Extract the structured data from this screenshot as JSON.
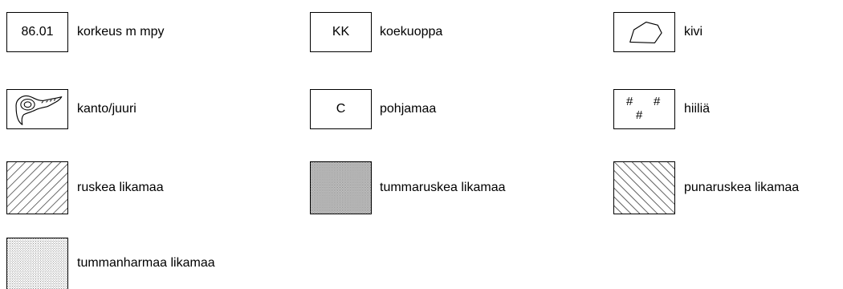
{
  "legend": {
    "korkeus": {
      "code": "86.01",
      "label": "korkeus m mpy"
    },
    "koekuoppa": {
      "code": "KK",
      "label": "koekuoppa"
    },
    "kivi": {
      "label": "kivi",
      "icon": "stone-outline-icon"
    },
    "kanto": {
      "label": "kanto/juuri",
      "icon": "stump-root-icon"
    },
    "pohjamaa": {
      "code": "C",
      "label": "pohjamaa"
    },
    "hiilia": {
      "mark": "#",
      "label": "hiiliä"
    },
    "ruskea": {
      "label": "ruskea likamaa",
      "pattern": "diagonal-hatch-forward"
    },
    "tummaruskea": {
      "label": "tummaruskea likamaa",
      "pattern": "dense-dot-fill"
    },
    "punaruskea": {
      "label": "punaruskea likamaa",
      "pattern": "diagonal-hatch-backward"
    },
    "tummanharmaa": {
      "label": "tummanharmaa likamaa",
      "pattern": "sparse-dot-fill"
    }
  }
}
